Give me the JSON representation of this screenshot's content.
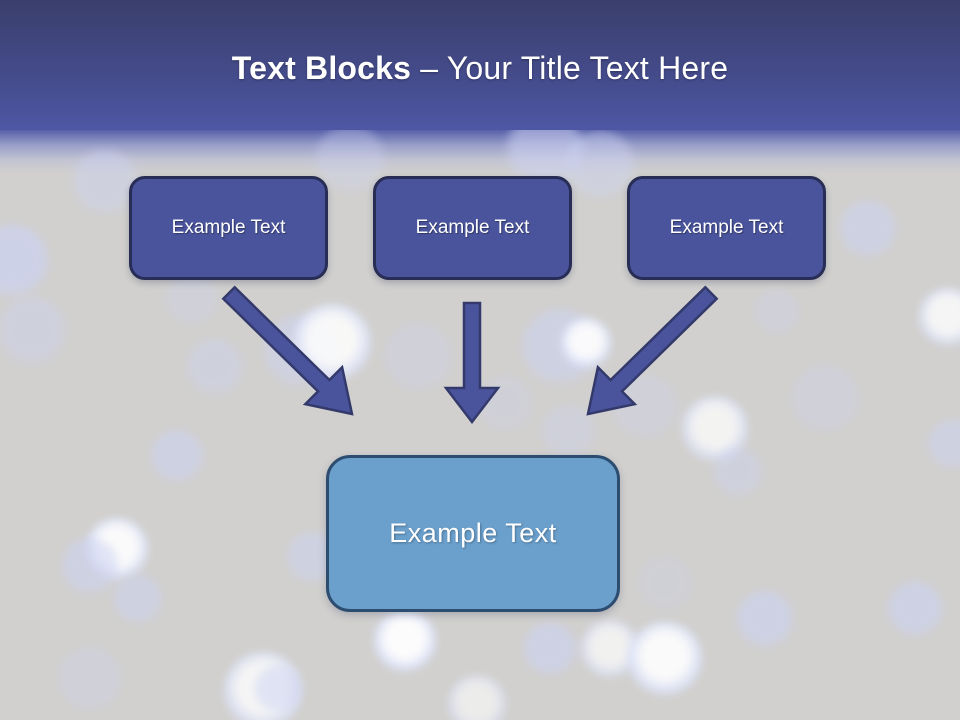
{
  "title": {
    "bold_part": "Text Blocks",
    "regular_part": "– Your Title Text Here"
  },
  "boxes": {
    "top": [
      {
        "label": "Example Text"
      },
      {
        "label": "Example Text"
      },
      {
        "label": "Example Text"
      }
    ],
    "bottom": {
      "label": "Example Text"
    }
  },
  "icons": {
    "arrows": [
      "arrow-down-right-icon",
      "arrow-down-icon",
      "arrow-down-left-icon"
    ]
  },
  "colors": {
    "header_top": "#3a3f6c",
    "header_bottom": "#4d57a4",
    "background": "#d1d0ce",
    "box_fill": "#4a549c",
    "box_border": "#272d55",
    "bottom_box_fill": "#6ba0cd",
    "bottom_box_border": "#2d4d70",
    "arrow_fill": "#4a549c",
    "arrow_stroke": "#333a6b",
    "title_color": "#ffffff",
    "box_text_color": "#ffffff"
  }
}
